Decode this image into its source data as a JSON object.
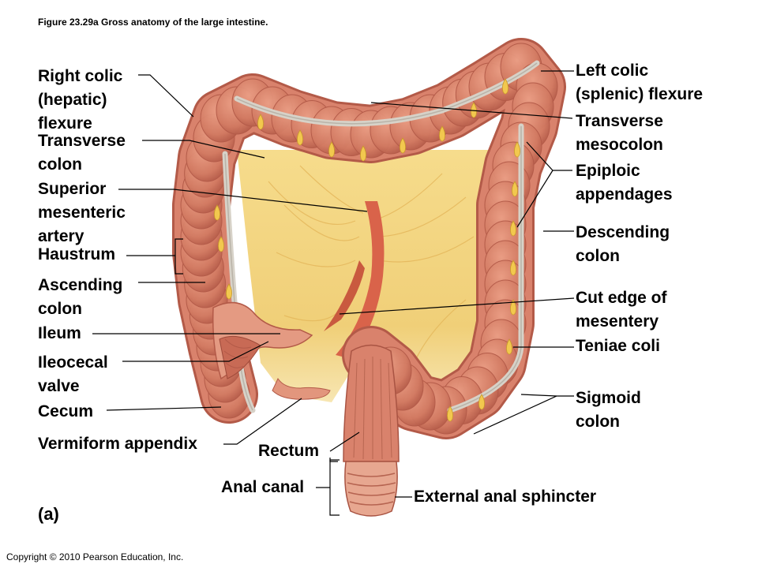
{
  "figure": {
    "caption": "Figure 23.29a  Gross anatomy of the large intestine.",
    "panel_label": "(a)",
    "copyright": "Copyright © 2010 Pearson Education, Inc."
  },
  "labels": {
    "right_colic_flexure": "Right colic\n(hepatic)\nflexure",
    "transverse_colon": "Transverse\ncolon",
    "superior_mesenteric_artery": "Superior\nmesenteric\nartery",
    "haustrum": "Haustrum",
    "ascending_colon": "Ascending\ncolon",
    "ileum": "Ileum",
    "ileocecal_valve": "Ileocecal\nvalve",
    "cecum": "Cecum",
    "vermiform_appendix": "Vermiform appendix",
    "rectum": "Rectum",
    "anal_canal": "Anal canal",
    "external_anal_sphincter": "External anal sphincter",
    "left_colic_flexure": "Left colic\n(splenic) flexure",
    "transverse_mesocolon": "Transverse\nmesocolon",
    "epiploic_appendages": "Epiploic\nappendages",
    "descending_colon": "Descending\ncolon",
    "cut_edge_of_mesentery": "Cut edge of\nmesentery",
    "teniae_coli": "Teniae coli",
    "sigmoid_colon": "Sigmoid\ncolon"
  },
  "colors": {
    "colon": "#d9826c",
    "colon_dark": "#b35a48",
    "mesentery": "#f3d27c",
    "teniae": "#d7d2c8",
    "fat": "#f2c84e",
    "artery": "#d9634a"
  }
}
